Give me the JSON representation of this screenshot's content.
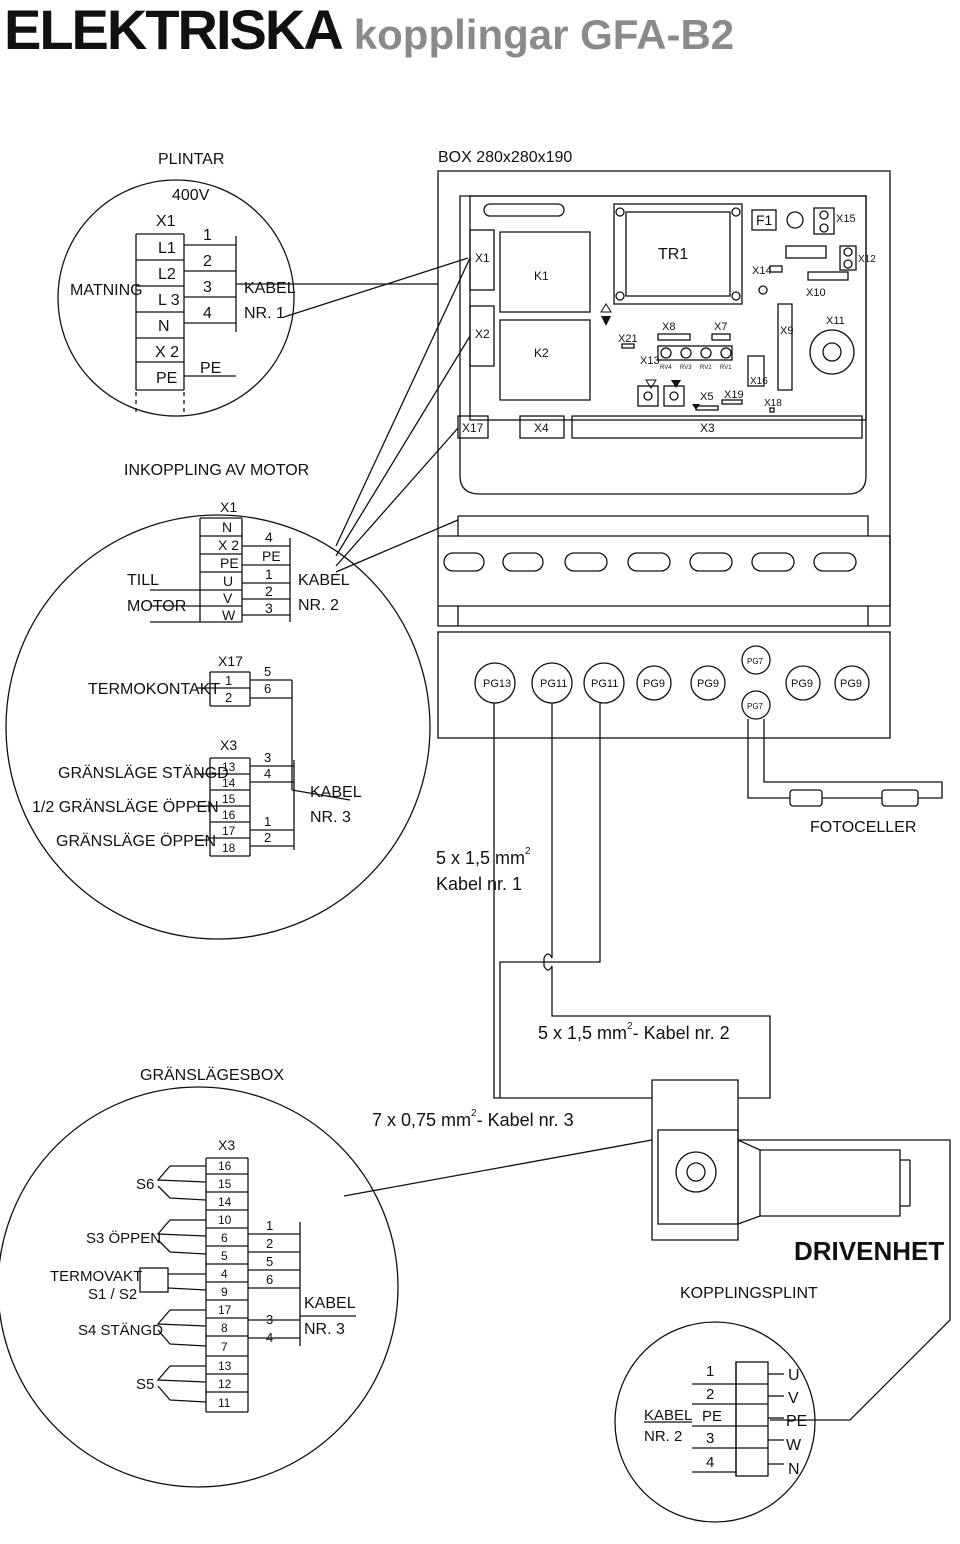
{
  "title": {
    "main": "ELEKTRISKA",
    "sub": "kopplingar GFA-B2"
  },
  "plintar": {
    "heading": "PLINTAR",
    "voltage": "400V",
    "matning": "MATNING",
    "left": [
      "X1",
      "L1",
      "L2",
      "L 3",
      "N",
      "X 2",
      "PE"
    ],
    "right": [
      "1",
      "2",
      "3",
      "4",
      "PE"
    ],
    "kabel": "KABEL",
    "nr": "NR. 1"
  },
  "box": {
    "heading": "BOX 280x280x190",
    "labels": [
      "X1",
      "X2",
      "K1",
      "K2",
      "TR1",
      "F1",
      "X15",
      "X12",
      "X14",
      "X10",
      "X11",
      "X9",
      "X8",
      "X7",
      "X21",
      "X13",
      "RV4",
      "RV3",
      "RV2",
      "RV1",
      "X16",
      "X5",
      "X19",
      "X18",
      "X17",
      "X4",
      "X3"
    ],
    "glands": [
      "PG13",
      "PG11",
      "PG11",
      "PG9",
      "PG9",
      "PG7",
      "PG9",
      "PG9",
      "PG7"
    ]
  },
  "motor": {
    "heading": "INKOPPLING AV MOTOR",
    "till": "TILL",
    "motor": "MOTOR",
    "left": [
      "X1",
      "N",
      "X 2",
      "PE",
      "U",
      "V",
      "W"
    ],
    "right": [
      "4",
      "PE",
      "1",
      "2",
      "3"
    ],
    "kabel": "KABEL",
    "nr": "NR. 2"
  },
  "termo": {
    "label": "TERMOKONTAKT",
    "x17": "X17",
    "left": [
      "1",
      "2"
    ],
    "right": [
      "5",
      "6"
    ]
  },
  "grans": {
    "labels": [
      "GRÄNSLÄGE STÄNGD",
      "1/2 GRÄNSLÄGE  ÖPPEN",
      "GRÄNSLÄGE  ÖPPEN"
    ],
    "x3": "X3",
    "left": [
      "13",
      "14",
      "15",
      "16",
      "17",
      "18"
    ],
    "right": [
      "3",
      "4",
      "1",
      "2"
    ],
    "kabel": "KABEL",
    "nr": "NR. 3"
  },
  "fotoceller": "FOTOCELLER",
  "cable1": {
    "line1": "5 x 1,5 mm",
    "sup": "2",
    "line2": "Kabel nr. 1"
  },
  "cable2": {
    "text": "5 x 1,5 mm",
    "sup": "2",
    "rest": "- Kabel nr. 2"
  },
  "cable3": {
    "text": "7 x 0,75 mm",
    "sup": "2",
    "rest": "- Kabel nr. 3"
  },
  "granslagesbox": {
    "heading": "GRÄNSLÄGESBOX",
    "x3": "X3",
    "labels": [
      "S6",
      "S3 ÖPPEN",
      "TERMOVAKT",
      "S1 / S2",
      "S4 STÄNGD",
      "S5"
    ],
    "left": [
      "16",
      "15",
      "14",
      "10",
      "6",
      "5",
      "4",
      "9",
      "17",
      "8",
      "7",
      "13",
      "12",
      "11"
    ],
    "right": [
      "1",
      "2",
      "5",
      "6",
      "3",
      "4"
    ],
    "kabel": "KABEL",
    "nr": "NR. 3"
  },
  "drivenhet": "DRIVENHET",
  "kopplingsplint": {
    "heading": "KOPPLINGSPLINT",
    "kabel": "KABEL",
    "nr": "NR.  2",
    "left": [
      "1",
      "2",
      "PE",
      "3",
      "4"
    ],
    "right": [
      "U",
      "V",
      "PE",
      "W",
      "N"
    ]
  }
}
